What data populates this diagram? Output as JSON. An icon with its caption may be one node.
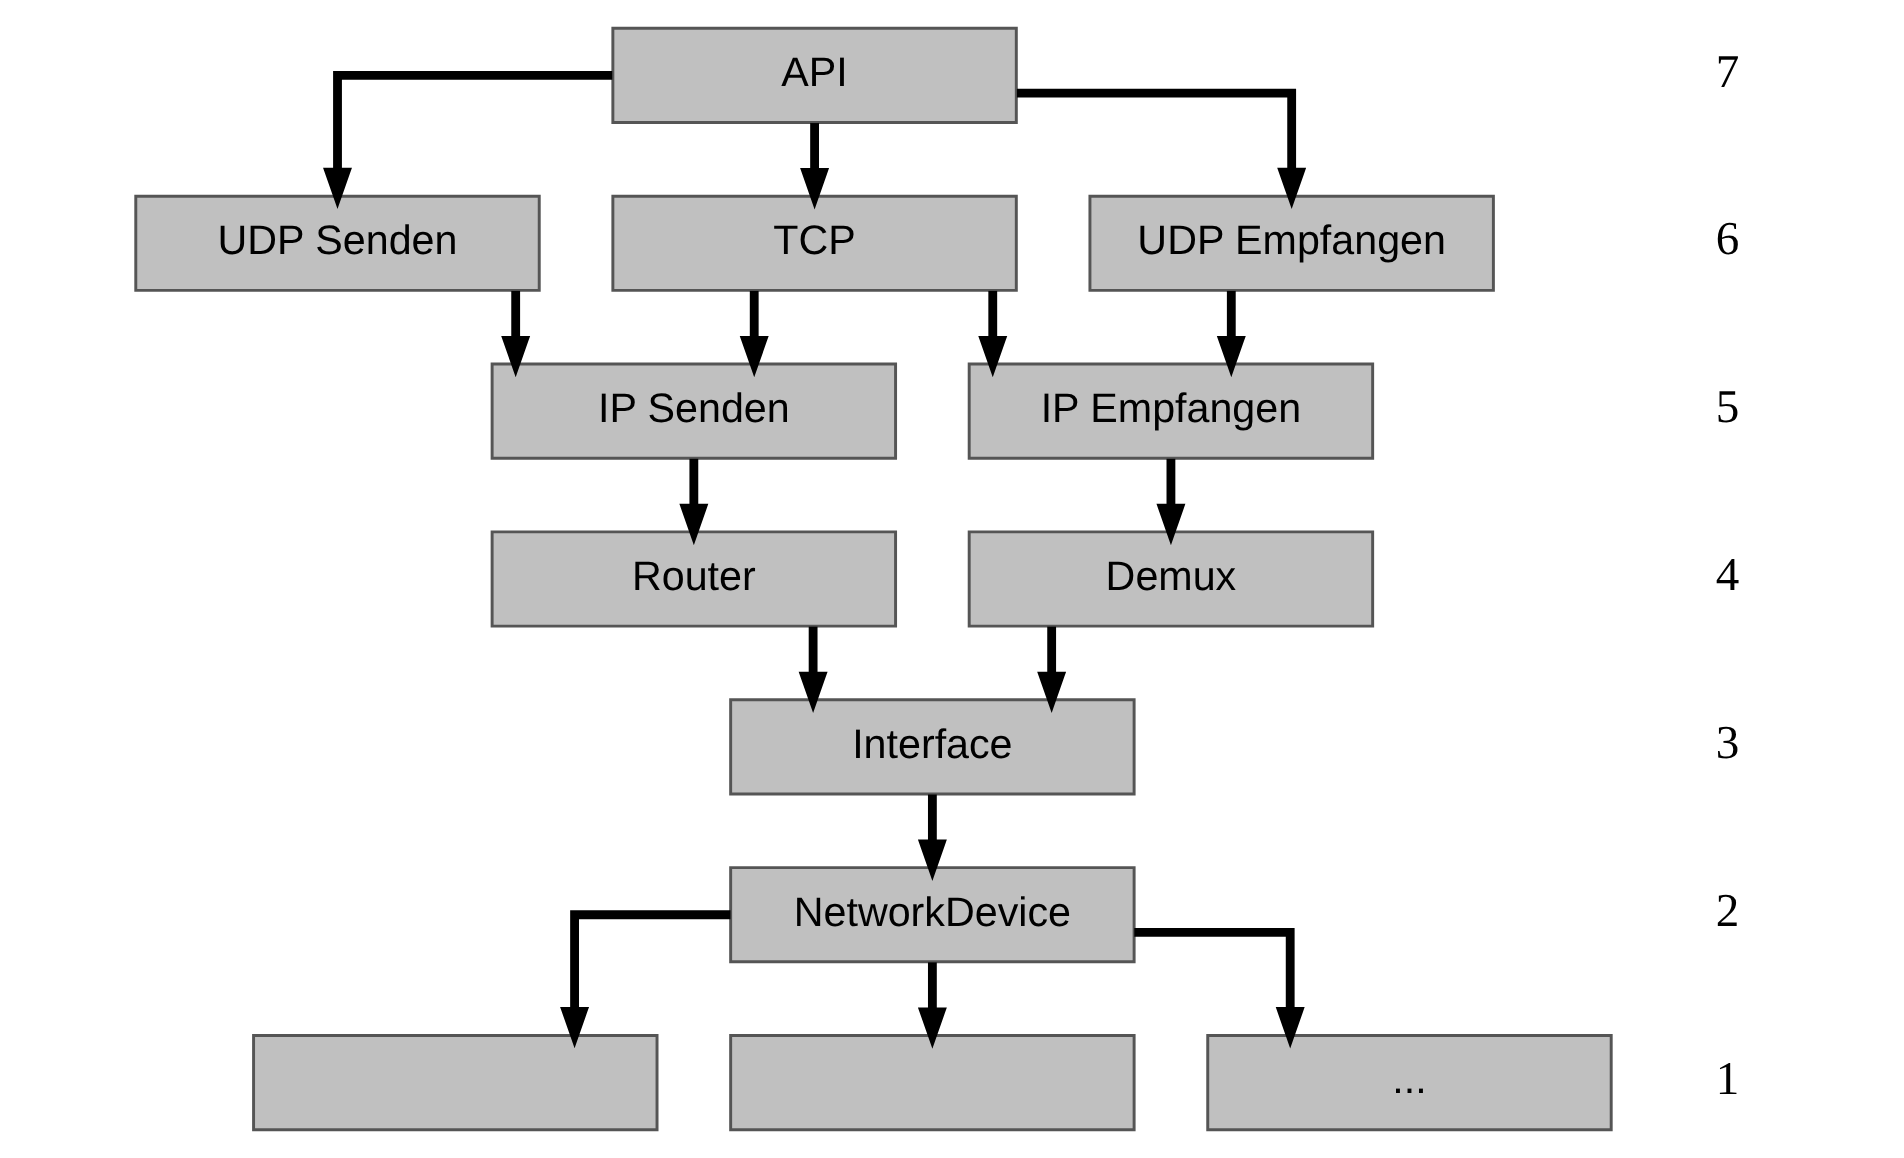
{
  "diagram": {
    "nodes": [
      {
        "text": [
          "API"
        ]
      },
      {
        "text": [
          "UDP Senden"
        ]
      },
      {
        "text": [
          "TCP"
        ]
      },
      {
        "text": [
          "UDP Empfangen"
        ]
      },
      {
        "text": [
          "IP Senden"
        ]
      },
      {
        "text": [
          "IP Empfangen"
        ]
      },
      {
        "text": [
          "Router"
        ]
      },
      {
        "text": [
          "Demux"
        ]
      },
      {
        "text": [
          "Interface"
        ]
      },
      {
        "text": [
          "NetworkDevice"
        ]
      },
      {
        "text": [],
        "shape": "box"
      },
      {
        "text": [],
        "shape": "box"
      },
      {
        "text": [
          "..."
        ]
      }
    ],
    "edges": [
      {
        "from": 0,
        "to": 1,
        "arrow": "to"
      },
      {
        "from": 0,
        "to": 2,
        "arrow": "to"
      },
      {
        "from": 0,
        "to": 3,
        "arrow": "to"
      },
      {
        "from": 1,
        "to": 4,
        "arrow": "to"
      },
      {
        "from": 2,
        "to": 4,
        "arrow": "to"
      },
      {
        "from": 2,
        "to": 5,
        "arrow": "to"
      },
      {
        "from": 3,
        "to": 5,
        "arrow": "to"
      },
      {
        "from": 4,
        "to": 6,
        "arrow": "to"
      },
      {
        "from": 5,
        "to": 7,
        "arrow": "to"
      },
      {
        "from": 6,
        "to": 8,
        "arrow": "to"
      },
      {
        "from": 7,
        "to": 8,
        "arrow": "to"
      },
      {
        "from": 8,
        "to": 9,
        "arrow": "to"
      },
      {
        "from": 9,
        "to": 10,
        "arrow": "to"
      },
      {
        "from": 9,
        "to": 11,
        "arrow": "to"
      },
      {
        "from": 9,
        "to": 12,
        "arrow": "to"
      }
    ],
    "labels": [
      "7",
      "6",
      "5",
      "4",
      "3",
      "2",
      "1"
    ]
  }
}
